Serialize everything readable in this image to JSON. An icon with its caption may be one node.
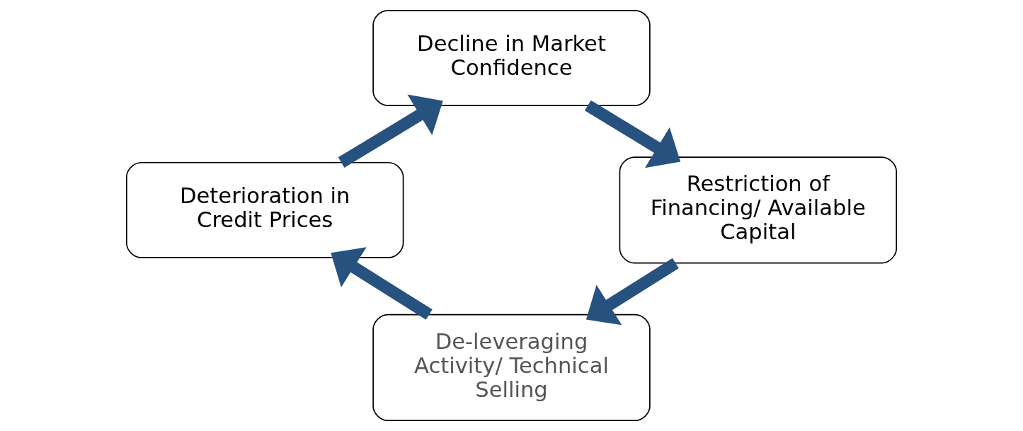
{
  "diagram": {
    "nodes": [
      {
        "text": [
          "Decline in Market Confidence"
        ]
      },
      {
        "text": [
          "Restriction of Financing/ Available Capital"
        ]
      },
      {
        "text": [
          "De-leveraging Activity/ Technical Selling"
        ]
      },
      {
        "text": [
          "Deterioration in Credit Prices"
        ]
      }
    ],
    "edges": [
      {
        "from": 0,
        "to": 1,
        "arrow": "to"
      },
      {
        "from": 1,
        "to": 2,
        "arrow": "to"
      },
      {
        "from": 2,
        "to": 3,
        "arrow": "to"
      },
      {
        "from": 3,
        "to": 0,
        "arrow": "to"
      }
    ]
  }
}
